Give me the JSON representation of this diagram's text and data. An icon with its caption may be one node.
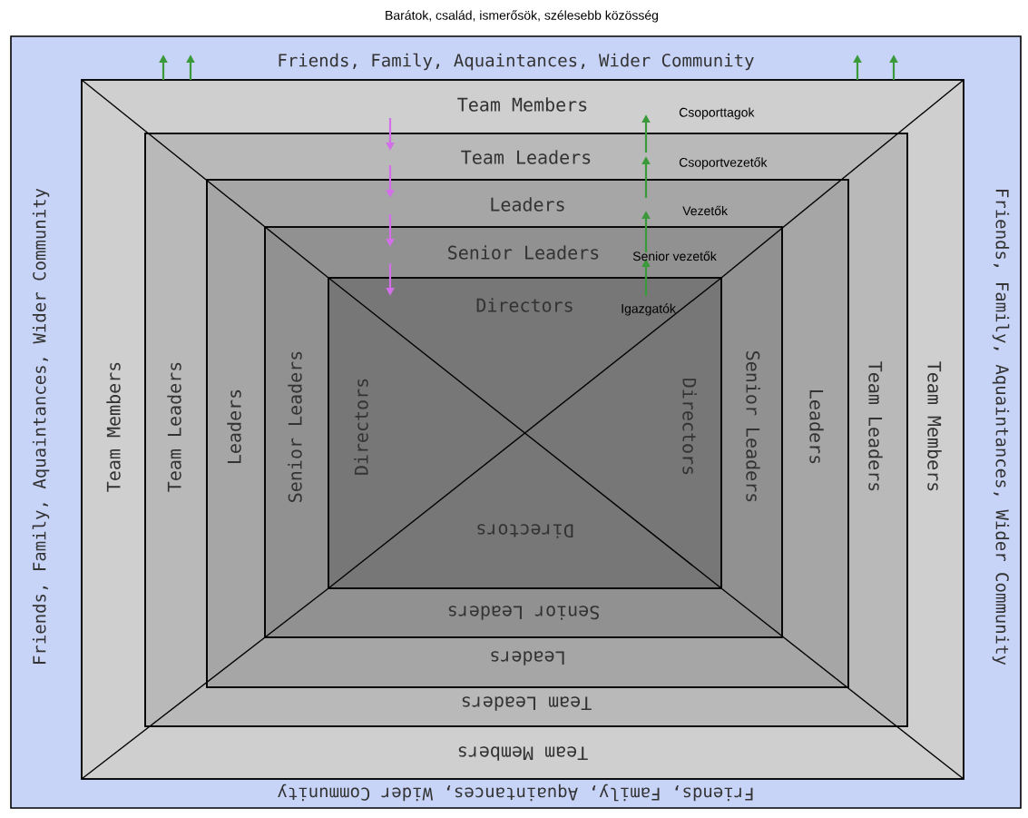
{
  "diagram": {
    "nodes": [
      {
        "text": [
          "Friends, Family, Aquaintances, Wider Community",
          "Friends, Family, Aquaintances, Wider Community",
          "Friends, Family, Aquaintances, Wider Community",
          "Friends, Family, Aquaintances, Wider Community"
        ]
      },
      {
        "text": [
          "Team Members",
          "Team Members",
          "Team Members",
          "Team Members"
        ],
        "in": 0
      },
      {
        "text": [
          "Team Leaders",
          "Team Leaders",
          "Team Leaders",
          "Team Leaders"
        ],
        "in": 1
      },
      {
        "text": [
          "Leaders",
          "Leaders",
          "Leaders",
          "Leaders"
        ],
        "in": 2
      },
      {
        "text": [
          "Senior Leaders",
          "Senior Leaders",
          "Senior Leaders",
          "Senior Leaders"
        ],
        "in": 3
      },
      {
        "text": [
          "Directors",
          "Directors",
          "Directors",
          "Directors"
        ],
        "in": 4
      }
    ],
    "labels": [
      "Barátok, család, ismerősök, szélesebb közösség",
      "Csoporttagok",
      "Csoportvezetők",
      "Vezetők",
      "Senior vezetők",
      "Igazgatók"
    ]
  }
}
